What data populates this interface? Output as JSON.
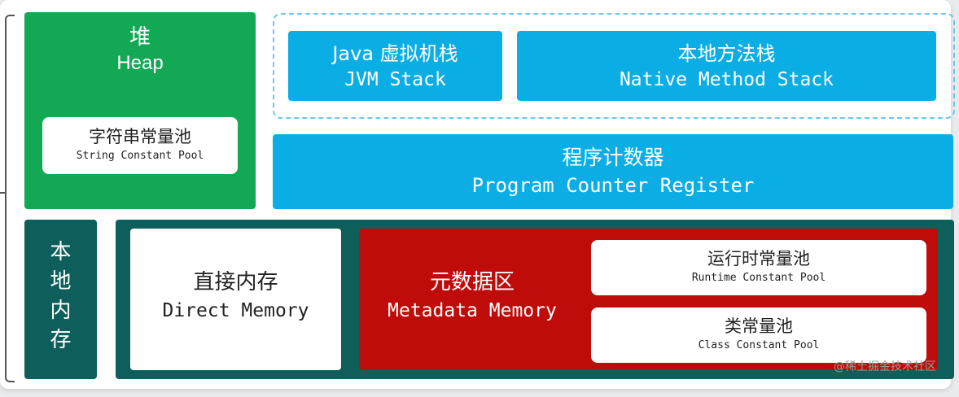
{
  "heap": {
    "zh": "堆",
    "en": "Heap"
  },
  "string_constant_pool": {
    "zh": "字符串常量池",
    "en": "String Constant Pool"
  },
  "jvm_stack": {
    "zh": "Java 虚拟机栈",
    "en": "JVM Stack"
  },
  "native_method_stack": {
    "zh": "本地方法栈",
    "en": "Native Method Stack"
  },
  "program_counter_register": {
    "zh": "程序计数器",
    "en": "Program Counter Register"
  },
  "native_memory": {
    "zh": "本地内存"
  },
  "direct_memory": {
    "zh": "直接内存",
    "en": "Direct Memory"
  },
  "metadata_memory": {
    "zh": "元数据区",
    "en": "Metadata Memory"
  },
  "runtime_constant_pool": {
    "zh": "运行时常量池",
    "en": "Runtime Constant Pool"
  },
  "class_constant_pool": {
    "zh": "类常量池",
    "en": "Class Constant Pool"
  },
  "watermark": "@稀土掘金技术社区",
  "colors": {
    "heap": "#12a854",
    "thread_private": "#0aaee4",
    "native_memory": "#0e5e5c",
    "metadata": "#c00b0b"
  }
}
